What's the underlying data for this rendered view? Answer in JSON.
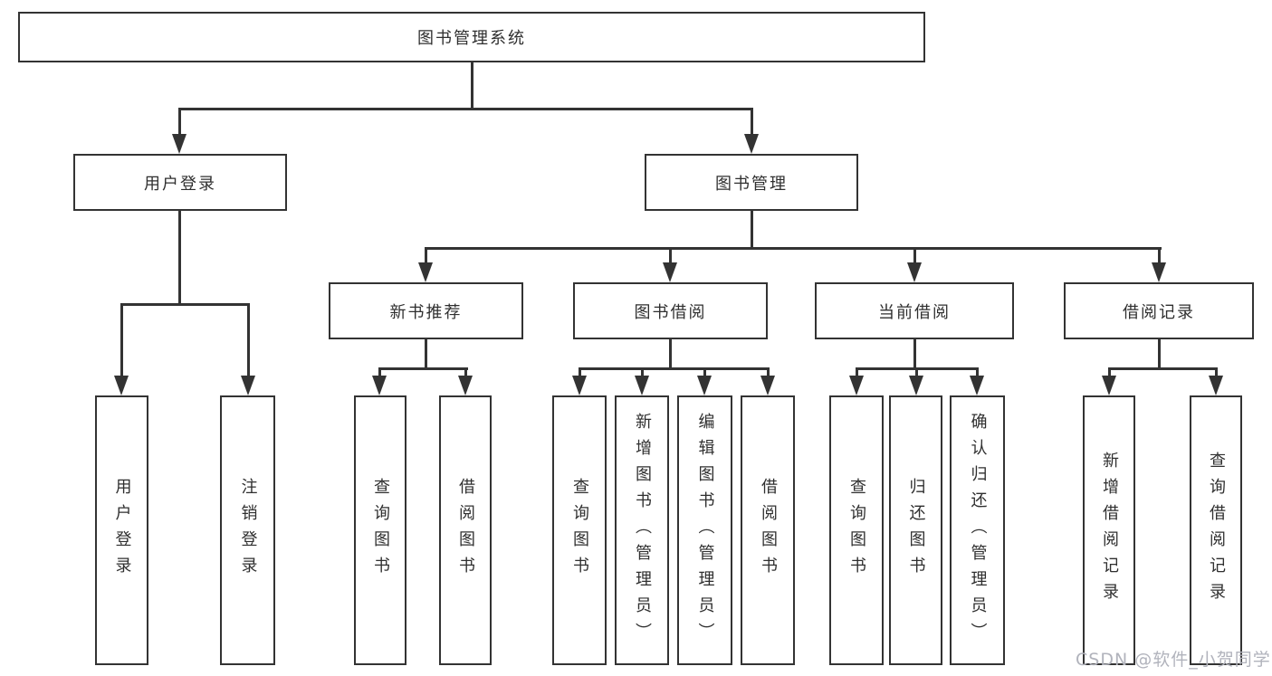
{
  "diagram_type": "hierarchy-tree",
  "tree": {
    "label": "图书管理系统",
    "children": [
      {
        "label": "用户登录",
        "children": [
          {
            "label": "用户登录"
          },
          {
            "label": "注销登录"
          }
        ]
      },
      {
        "label": "图书管理",
        "children": [
          {
            "label": "新书推荐",
            "children": [
              {
                "label": "查询图书"
              },
              {
                "label": "借阅图书"
              }
            ]
          },
          {
            "label": "图书借阅",
            "children": [
              {
                "label": "查询图书"
              },
              {
                "label": "新增图书（管理员）"
              },
              {
                "label": "编辑图书（管理员）"
              },
              {
                "label": "借阅图书"
              }
            ]
          },
          {
            "label": "当前借阅",
            "children": [
              {
                "label": "查询图书"
              },
              {
                "label": "归还图书"
              },
              {
                "label": "确认归还（管理员）"
              }
            ]
          },
          {
            "label": "借阅记录",
            "children": [
              {
                "label": "新增借阅记录"
              },
              {
                "label": "查询借阅记录"
              }
            ]
          }
        ]
      }
    ]
  },
  "watermark": "CSDN @软件_小贺同学",
  "colors": {
    "line": "#333333",
    "text": "#2f2f2f",
    "background": "#ffffff",
    "watermark": "#b1b3bc"
  }
}
